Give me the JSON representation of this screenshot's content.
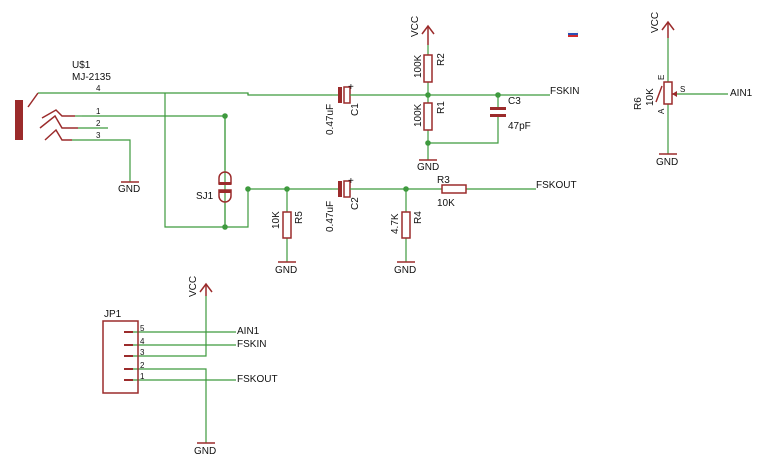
{
  "connector_u1": {
    "name": "U$1",
    "part": "MJ-2135",
    "pins": [
      "4",
      "1",
      "2",
      "3"
    ]
  },
  "capacitors": {
    "c1": {
      "name": "C1",
      "value": "0.47uF",
      "polarity": "+"
    },
    "c2": {
      "name": "C2",
      "value": "0.47uF",
      "polarity": "+"
    },
    "c3": {
      "name": "C3",
      "value": "47pF"
    }
  },
  "resistors": {
    "r1": {
      "name": "R1",
      "value": "100K"
    },
    "r2": {
      "name": "R2",
      "value": "100K"
    },
    "r3": {
      "name": "R3",
      "value": "10K"
    },
    "r4": {
      "name": "R4",
      "value": "4.7K"
    },
    "r5": {
      "name": "R5",
      "value": "10K"
    }
  },
  "pot_r6": {
    "name": "R6",
    "value": "10K",
    "pins": {
      "e": "E",
      "s": "S",
      "a": "A"
    }
  },
  "jumper_sj1": {
    "name": "SJ1"
  },
  "header_jp1": {
    "name": "JP1",
    "pins": [
      "5",
      "4",
      "3",
      "2",
      "1"
    ]
  },
  "nets": {
    "vcc": "VCC",
    "gnd": "GND",
    "fskin": "FSKIN",
    "fskout": "FSKOUT",
    "ain1": "AIN1"
  },
  "colors": {
    "wire": "#3e9a3e",
    "part": "#9b2b2b",
    "text": "#111111"
  }
}
